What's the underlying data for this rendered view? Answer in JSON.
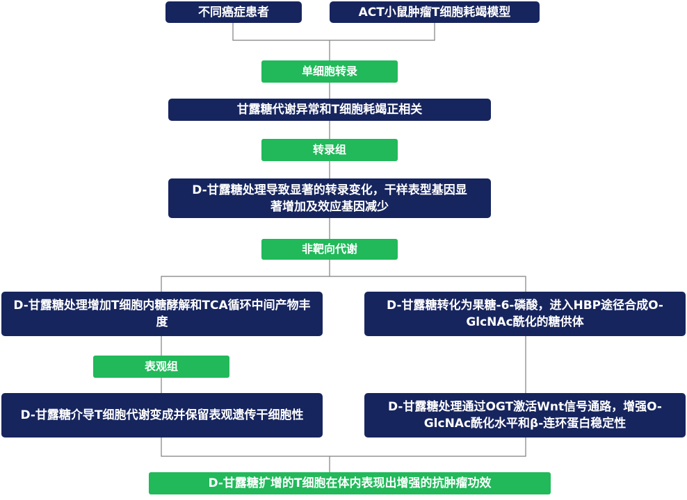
{
  "nodes": {
    "patients": "不同癌症患者",
    "act_model": "ACT小鼠肿瘤T细胞耗竭模型",
    "scrna": "单细胞转录",
    "mannose_corr": "甘露糖代谢异常和T细胞耗竭正相关",
    "transcriptome": "转录组",
    "d_mannose_transcript": "D-甘露糖处理导致显著的转录变化，干样表型基因显著增加及效应基因减少",
    "untargeted_metab": "非靶向代谢",
    "glycolysis_tca": "D-甘露糖处理增加T细胞内糖酵解和TCA循环中间产物丰度",
    "hbp_pathway": "D-甘露糖转化为果糖-6-磷酸，进入HBP途径合成O-GlcNAc酰化的糖供体",
    "epigenome": "表观组",
    "stemness": "D-甘露糖介导T细胞代谢变成并保留表观遗传干细胞性",
    "wnt_ogt": "D-甘露糖处理通过OGT激活Wnt信号通路，增强O-GlcNAc酰化水平和β-连环蛋白稳定性",
    "antitumor": "D-甘露糖扩增的T细胞在体内表现出增强的抗肿瘤功效"
  },
  "colors": {
    "navy": "#17255e",
    "green": "#21b95a",
    "connector": "#7f7f7f"
  }
}
